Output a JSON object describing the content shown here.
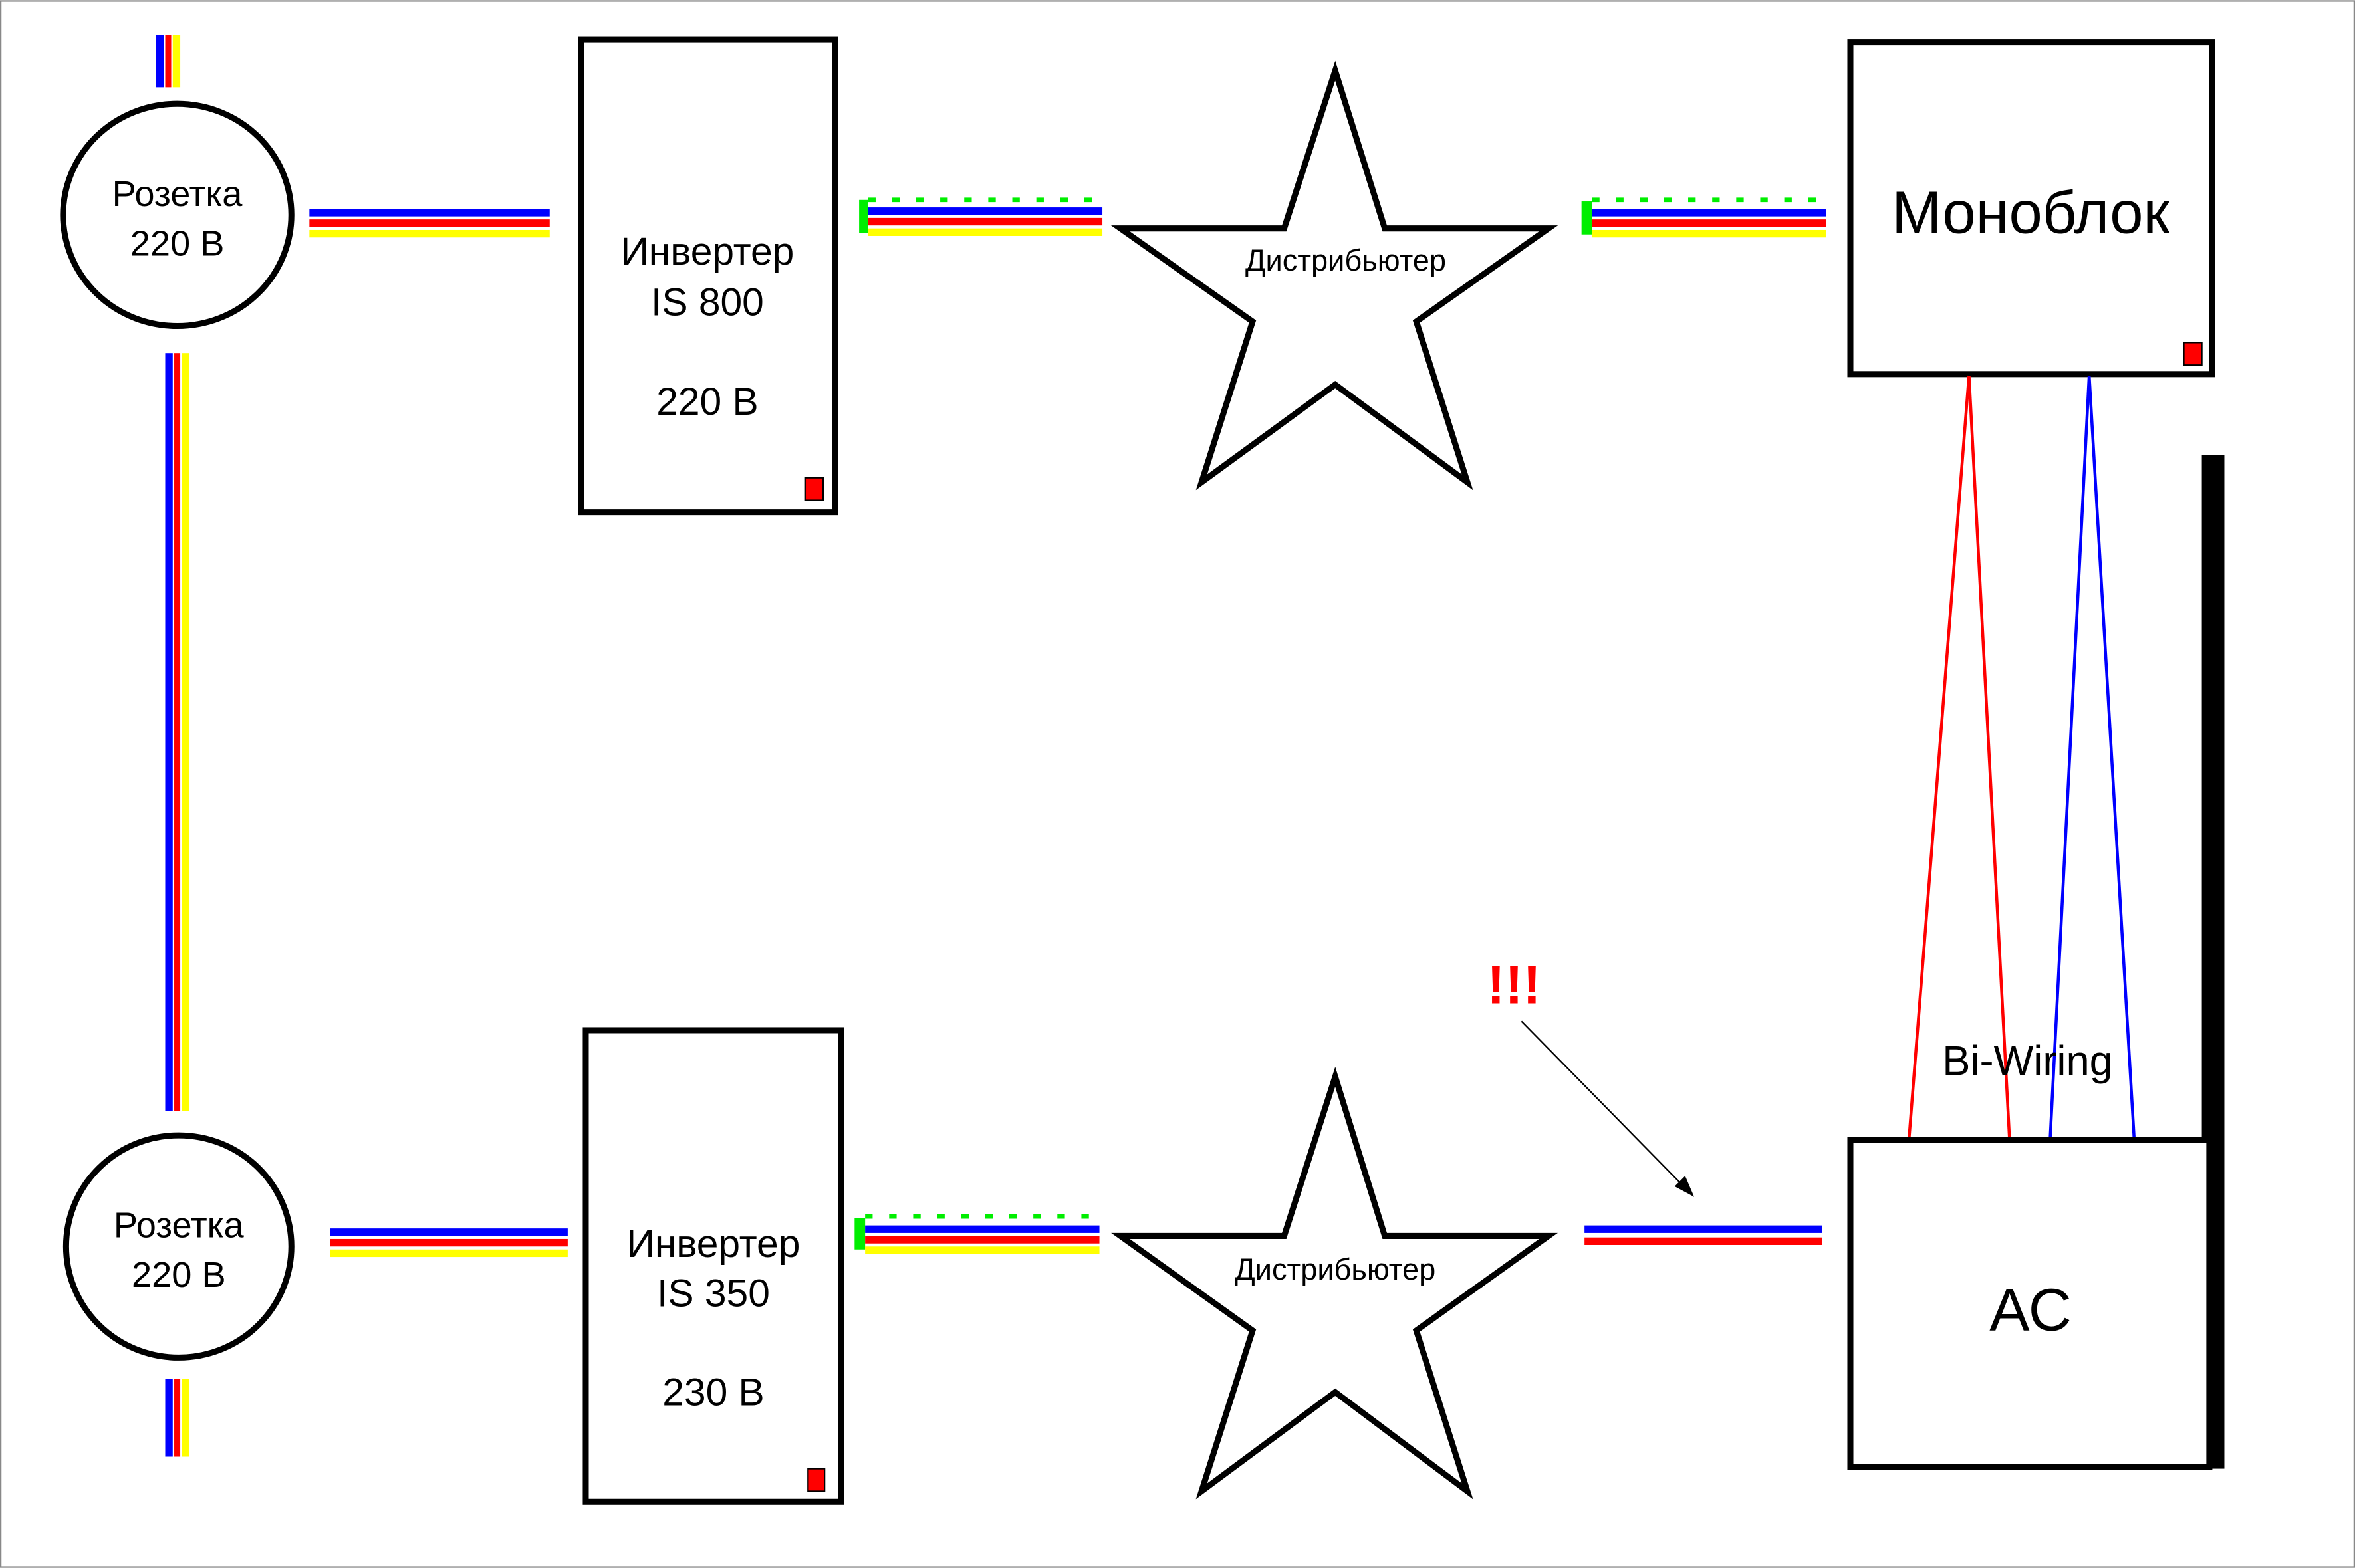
{
  "colors": {
    "blue": "#0000ff",
    "red": "#ff0000",
    "yellow": "#ffff00",
    "green": "#00ee00",
    "black": "#000000",
    "alert": "#ff0000"
  },
  "outlet_top": {
    "line1": "Розетка",
    "line2": "220 В"
  },
  "outlet_bottom": {
    "line1": "Розетка",
    "line2": "220 В"
  },
  "inverter_top": {
    "line1": "Инвертер",
    "line2": "IS 800",
    "line3": "220 В"
  },
  "inverter_bottom": {
    "line1": "Инвертер",
    "line2": "IS 350",
    "line3": "230 В"
  },
  "distributor_top": {
    "label": "Дистрибьютер"
  },
  "distributor_bottom": {
    "label": "Дистрибьютер"
  },
  "monoblock": {
    "label": "Моноблок"
  },
  "speaker": {
    "label": "АС"
  },
  "biwiring": {
    "label": "Bi-Wiring"
  },
  "alert": {
    "label": "!!!"
  }
}
